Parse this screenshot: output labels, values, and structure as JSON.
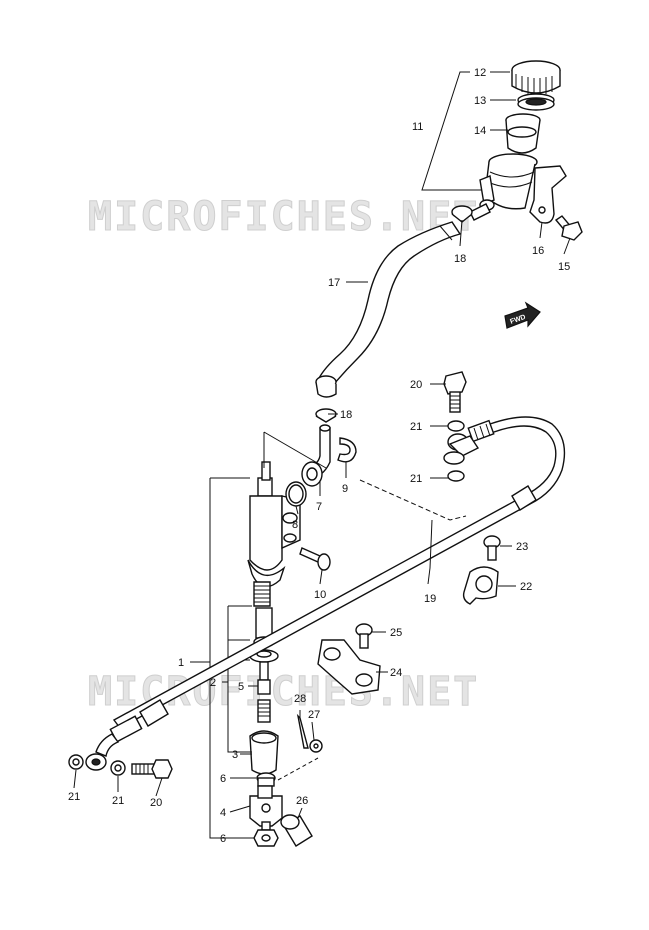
{
  "watermarks": [
    "MICROFICHES.NET",
    "MICROFICHES.NET"
  ],
  "direction_label": "FWD",
  "callouts": [
    "12",
    "13",
    "14",
    "11",
    "16",
    "15",
    "18",
    "17",
    "20",
    "18",
    "21",
    "21",
    "9",
    "7",
    "8",
    "10",
    "23",
    "22",
    "19",
    "25",
    "24",
    "1",
    "2",
    "5",
    "28",
    "27",
    "3",
    "6",
    "4",
    "6",
    "26",
    "21",
    "21",
    "20"
  ]
}
